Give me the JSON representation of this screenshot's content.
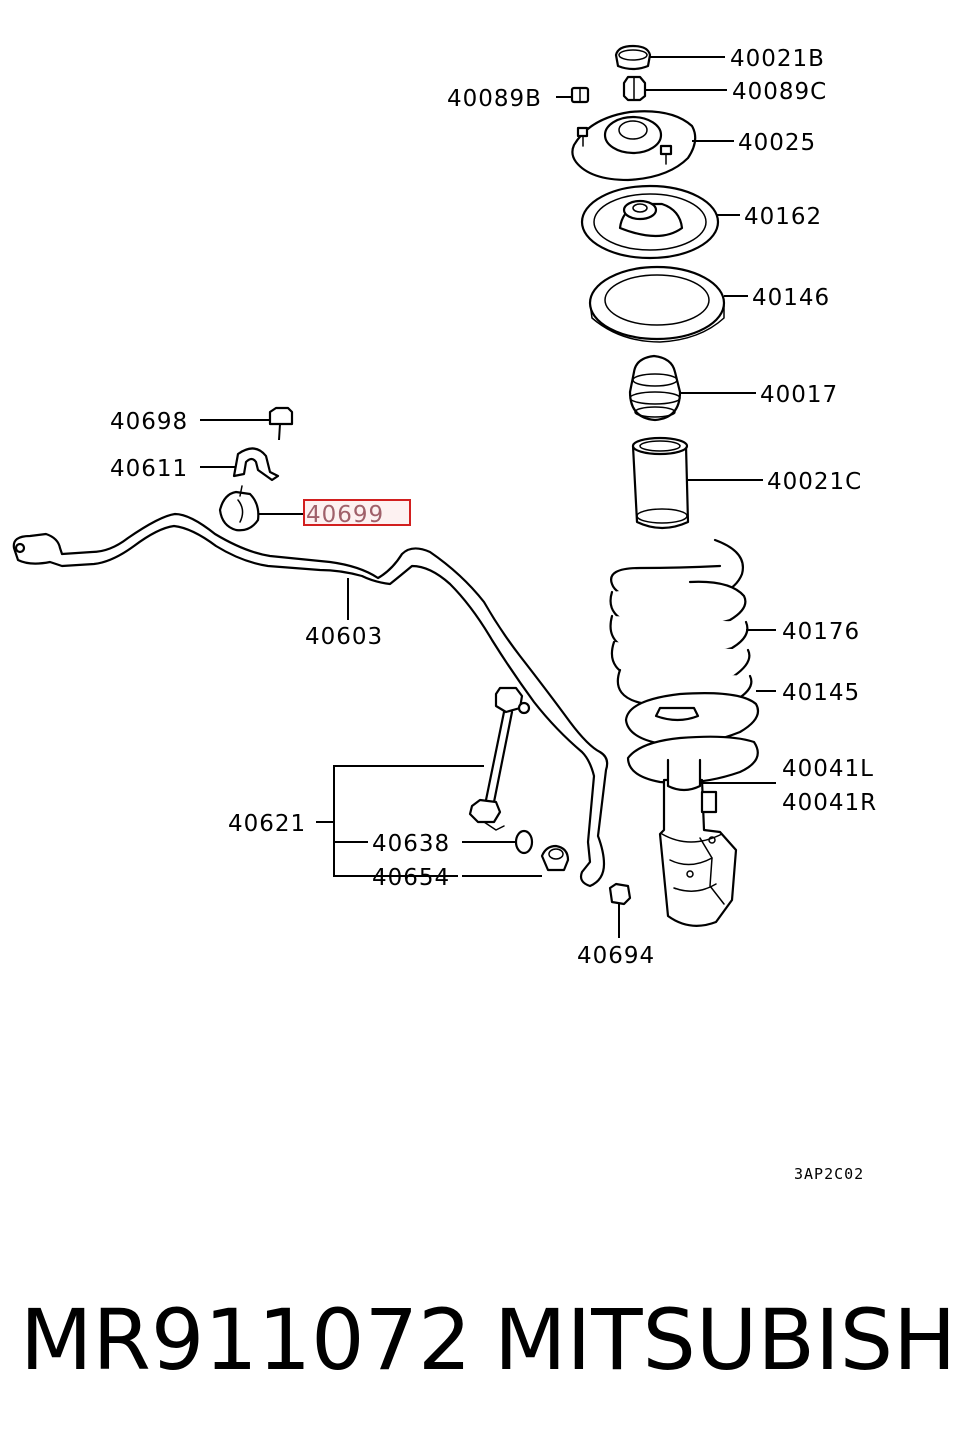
{
  "callouts": {
    "p40021B": "40021B",
    "p40089C": "40089C",
    "p40089B": "40089B",
    "p40025": "40025",
    "p40162": "40162",
    "p40146": "40146",
    "p40017": "40017",
    "p40021C": "40021C",
    "p40698": "40698",
    "p40611": "40611",
    "p40699": "40699",
    "p40603": "40603",
    "p40176": "40176",
    "p40145": "40145",
    "p40041L": "40041L",
    "p40041R": "40041R",
    "p40621": "40621",
    "p40638": "40638",
    "p40654": "40654",
    "p40694": "40694"
  },
  "diagram_code": "3AP2C02",
  "footer": {
    "part_number": "MR911072",
    "brand": "MITSUBISHI"
  },
  "highlight_color": "#d21f1f"
}
